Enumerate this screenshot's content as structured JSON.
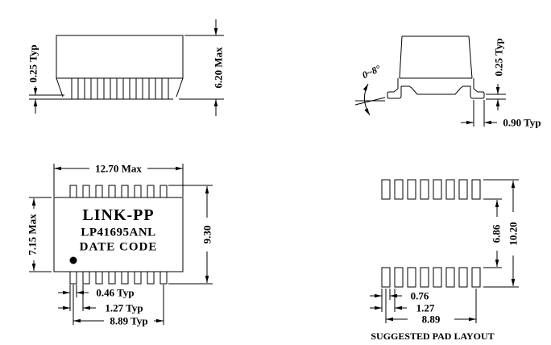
{
  "drawing": {
    "background_color": "#ffffff",
    "line_color": "#000000",
    "pins_per_row": 8,
    "part_marking": {
      "brand": "LINK-PP",
      "part_number": "LP41695ANL",
      "date_line": "DATE CODE"
    },
    "side_view": {
      "standoff": "0.25 Typ",
      "height": "6.20 Max"
    },
    "end_view": {
      "lead_angle": "0~8°",
      "lead_thickness": "0.25 Typ",
      "foot_length": "0.90 Typ"
    },
    "top_view": {
      "overall_width": "12.70 Max",
      "body_depth": "7.15 Max",
      "overall_depth": "9.30",
      "pin_width": "0.46 Typ",
      "pin_pitch": "1.27 Typ",
      "pin_span": "8.89 Typ"
    },
    "pad_layout": {
      "inner_gap": "6.86",
      "outer_span": "10.20",
      "pad_width": "0.76",
      "pad_pitch": "1.27",
      "pad_span": "8.89",
      "caption": "SUGGESTED PAD LAYOUT"
    }
  }
}
